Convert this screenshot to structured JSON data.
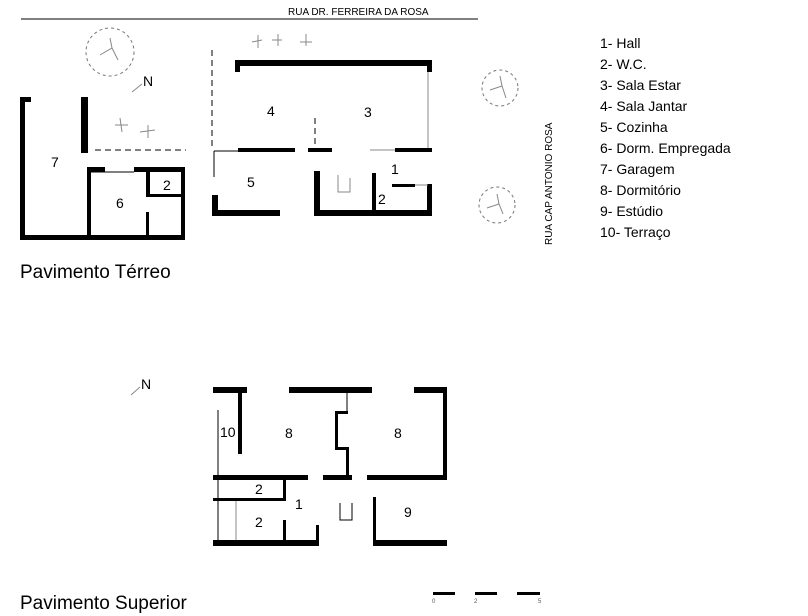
{
  "streets": {
    "top": "RUA DR. FERREIRA DA ROSA",
    "side": "RUA CAP ANTONIO ROSA"
  },
  "north_label": "N",
  "ground_floor": {
    "title": "Pavimento Térreo",
    "rooms": [
      "7",
      "6",
      "2",
      "4",
      "3",
      "5",
      "1",
      "2"
    ]
  },
  "upper_floor": {
    "title": "Pavimento Superior",
    "north_label": "N",
    "rooms": [
      "10",
      "8",
      "8",
      "2",
      "1",
      "2",
      "9"
    ]
  },
  "legend": [
    "1- Hall",
    "2- W.C.",
    "3- Sala Estar",
    "4- Sala Jantar",
    "5- Cozinha",
    "6- Dorm. Empregada",
    "7- Garagem",
    "8- Dormitório",
    "9- Estúdio",
    "10- Terraço"
  ],
  "scale_bar": {
    "ticks": [
      "0",
      "2",
      "5"
    ]
  }
}
